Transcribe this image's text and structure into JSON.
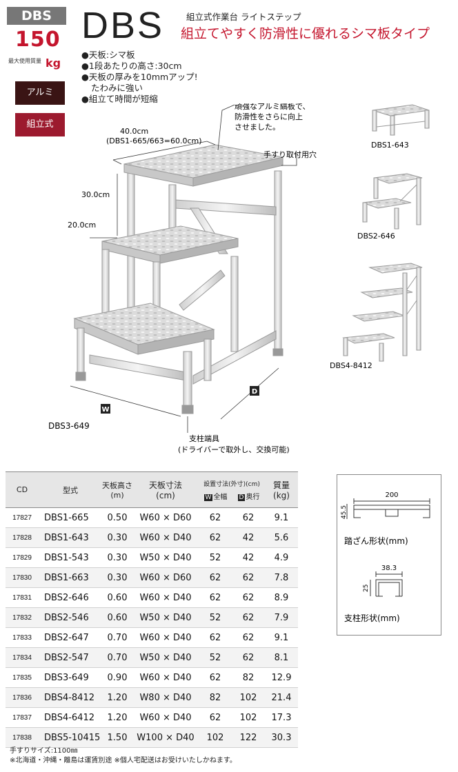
{
  "header": {
    "tag": "DBS",
    "capacity_value": "150",
    "capacity_unit": "kg",
    "capacity_label": "最大使用質量",
    "badge_material": "アルミ",
    "badge_type": "組立式",
    "title": "DBS",
    "subtitle": "組立式作業台 ライトステップ",
    "headline": "組立てやすく防滑性に優れるシマ板タイプ"
  },
  "features": [
    "●天板:シマ板",
    "●1段あたりの高さ:30cm",
    "●天板の厚みを10mmアップ!",
    "たわみに強い",
    "●組立て時間が短縮"
  ],
  "diagram": {
    "note_plate": [
      "頑強なアルミ縞板で、",
      "防滑性をさらに向上",
      "させました。"
    ],
    "dim_top_width": [
      "40.0cm",
      "(DBS1-665/663=60.0cm)"
    ],
    "dim_height": "30.0cm",
    "dim_depth": "20.0cm",
    "handrail_hole": "手すり取付用穴",
    "w_marker": "W",
    "d_marker": "D",
    "main_model": "DBS3-649",
    "foot_note": [
      "支柱端具",
      "(ドライバーで取外し、交換可能)"
    ],
    "thumb_1": "DBS1-643",
    "thumb_2": "DBS2-646",
    "thumb_3": "DBS4-8412"
  },
  "table": {
    "headers": {
      "cd": "CD",
      "model": "型式",
      "height": [
        "天板高さ",
        "(m)"
      ],
      "plate": [
        "天板寸法",
        "(cm)"
      ],
      "install": "設置寸法(外寸)(cm)",
      "w_tag": "W",
      "w_label": "全幅",
      "d_tag": "D",
      "d_label": "奥行",
      "mass": [
        "質量",
        "(kg)"
      ]
    },
    "rows": [
      {
        "cd": "17827",
        "model": "DBS1-665",
        "height": "0.50",
        "plate": "W60 × D60",
        "w": "62",
        "d": "62",
        "mass": "9.1"
      },
      {
        "cd": "17828",
        "model": "DBS1-643",
        "height": "0.30",
        "plate": "W60 × D40",
        "w": "62",
        "d": "42",
        "mass": "5.6"
      },
      {
        "cd": "17829",
        "model": "DBS1-543",
        "height": "0.30",
        "plate": "W50 × D40",
        "w": "52",
        "d": "42",
        "mass": "4.9"
      },
      {
        "cd": "17830",
        "model": "DBS1-663",
        "height": "0.30",
        "plate": "W60 × D60",
        "w": "62",
        "d": "62",
        "mass": "7.8"
      },
      {
        "cd": "17831",
        "model": "DBS2-646",
        "height": "0.60",
        "plate": "W60 × D40",
        "w": "62",
        "d": "62",
        "mass": "8.9"
      },
      {
        "cd": "17832",
        "model": "DBS2-546",
        "height": "0.60",
        "plate": "W50 × D40",
        "w": "52",
        "d": "62",
        "mass": "7.9"
      },
      {
        "cd": "17833",
        "model": "DBS2-647",
        "height": "0.70",
        "plate": "W60 × D40",
        "w": "62",
        "d": "62",
        "mass": "9.1"
      },
      {
        "cd": "17834",
        "model": "DBS2-547",
        "height": "0.70",
        "plate": "W50 × D40",
        "w": "52",
        "d": "62",
        "mass": "8.1"
      },
      {
        "cd": "17835",
        "model": "DBS3-649",
        "height": "0.90",
        "plate": "W60 × D40",
        "w": "62",
        "d": "82",
        "mass": "12.9"
      },
      {
        "cd": "17836",
        "model": "DBS4-8412",
        "height": "1.20",
        "plate": "W80 × D40",
        "w": "82",
        "d": "102",
        "mass": "21.4"
      },
      {
        "cd": "17837",
        "model": "DBS4-6412",
        "height": "1.20",
        "plate": "W60 × D40",
        "w": "62",
        "d": "102",
        "mass": "17.3"
      },
      {
        "cd": "17838",
        "model": "DBS5-10415",
        "height": "1.50",
        "plate": "W100 × D40",
        "w": "102",
        "d": "122",
        "mass": "30.3"
      }
    ]
  },
  "profiles": {
    "tread_width": "200",
    "tread_height": "45.5",
    "tread_label": "踏ざん形状(mm)",
    "post_width": "38.3",
    "post_height": "25",
    "post_label": "支柱形状(mm)"
  },
  "footnotes": {
    "line1": "手すりサイズ:1100㎜",
    "line2": "※北海道・沖縄・離島は運賃別途 ※個人宅配送はお受けいたしかねます。"
  }
}
